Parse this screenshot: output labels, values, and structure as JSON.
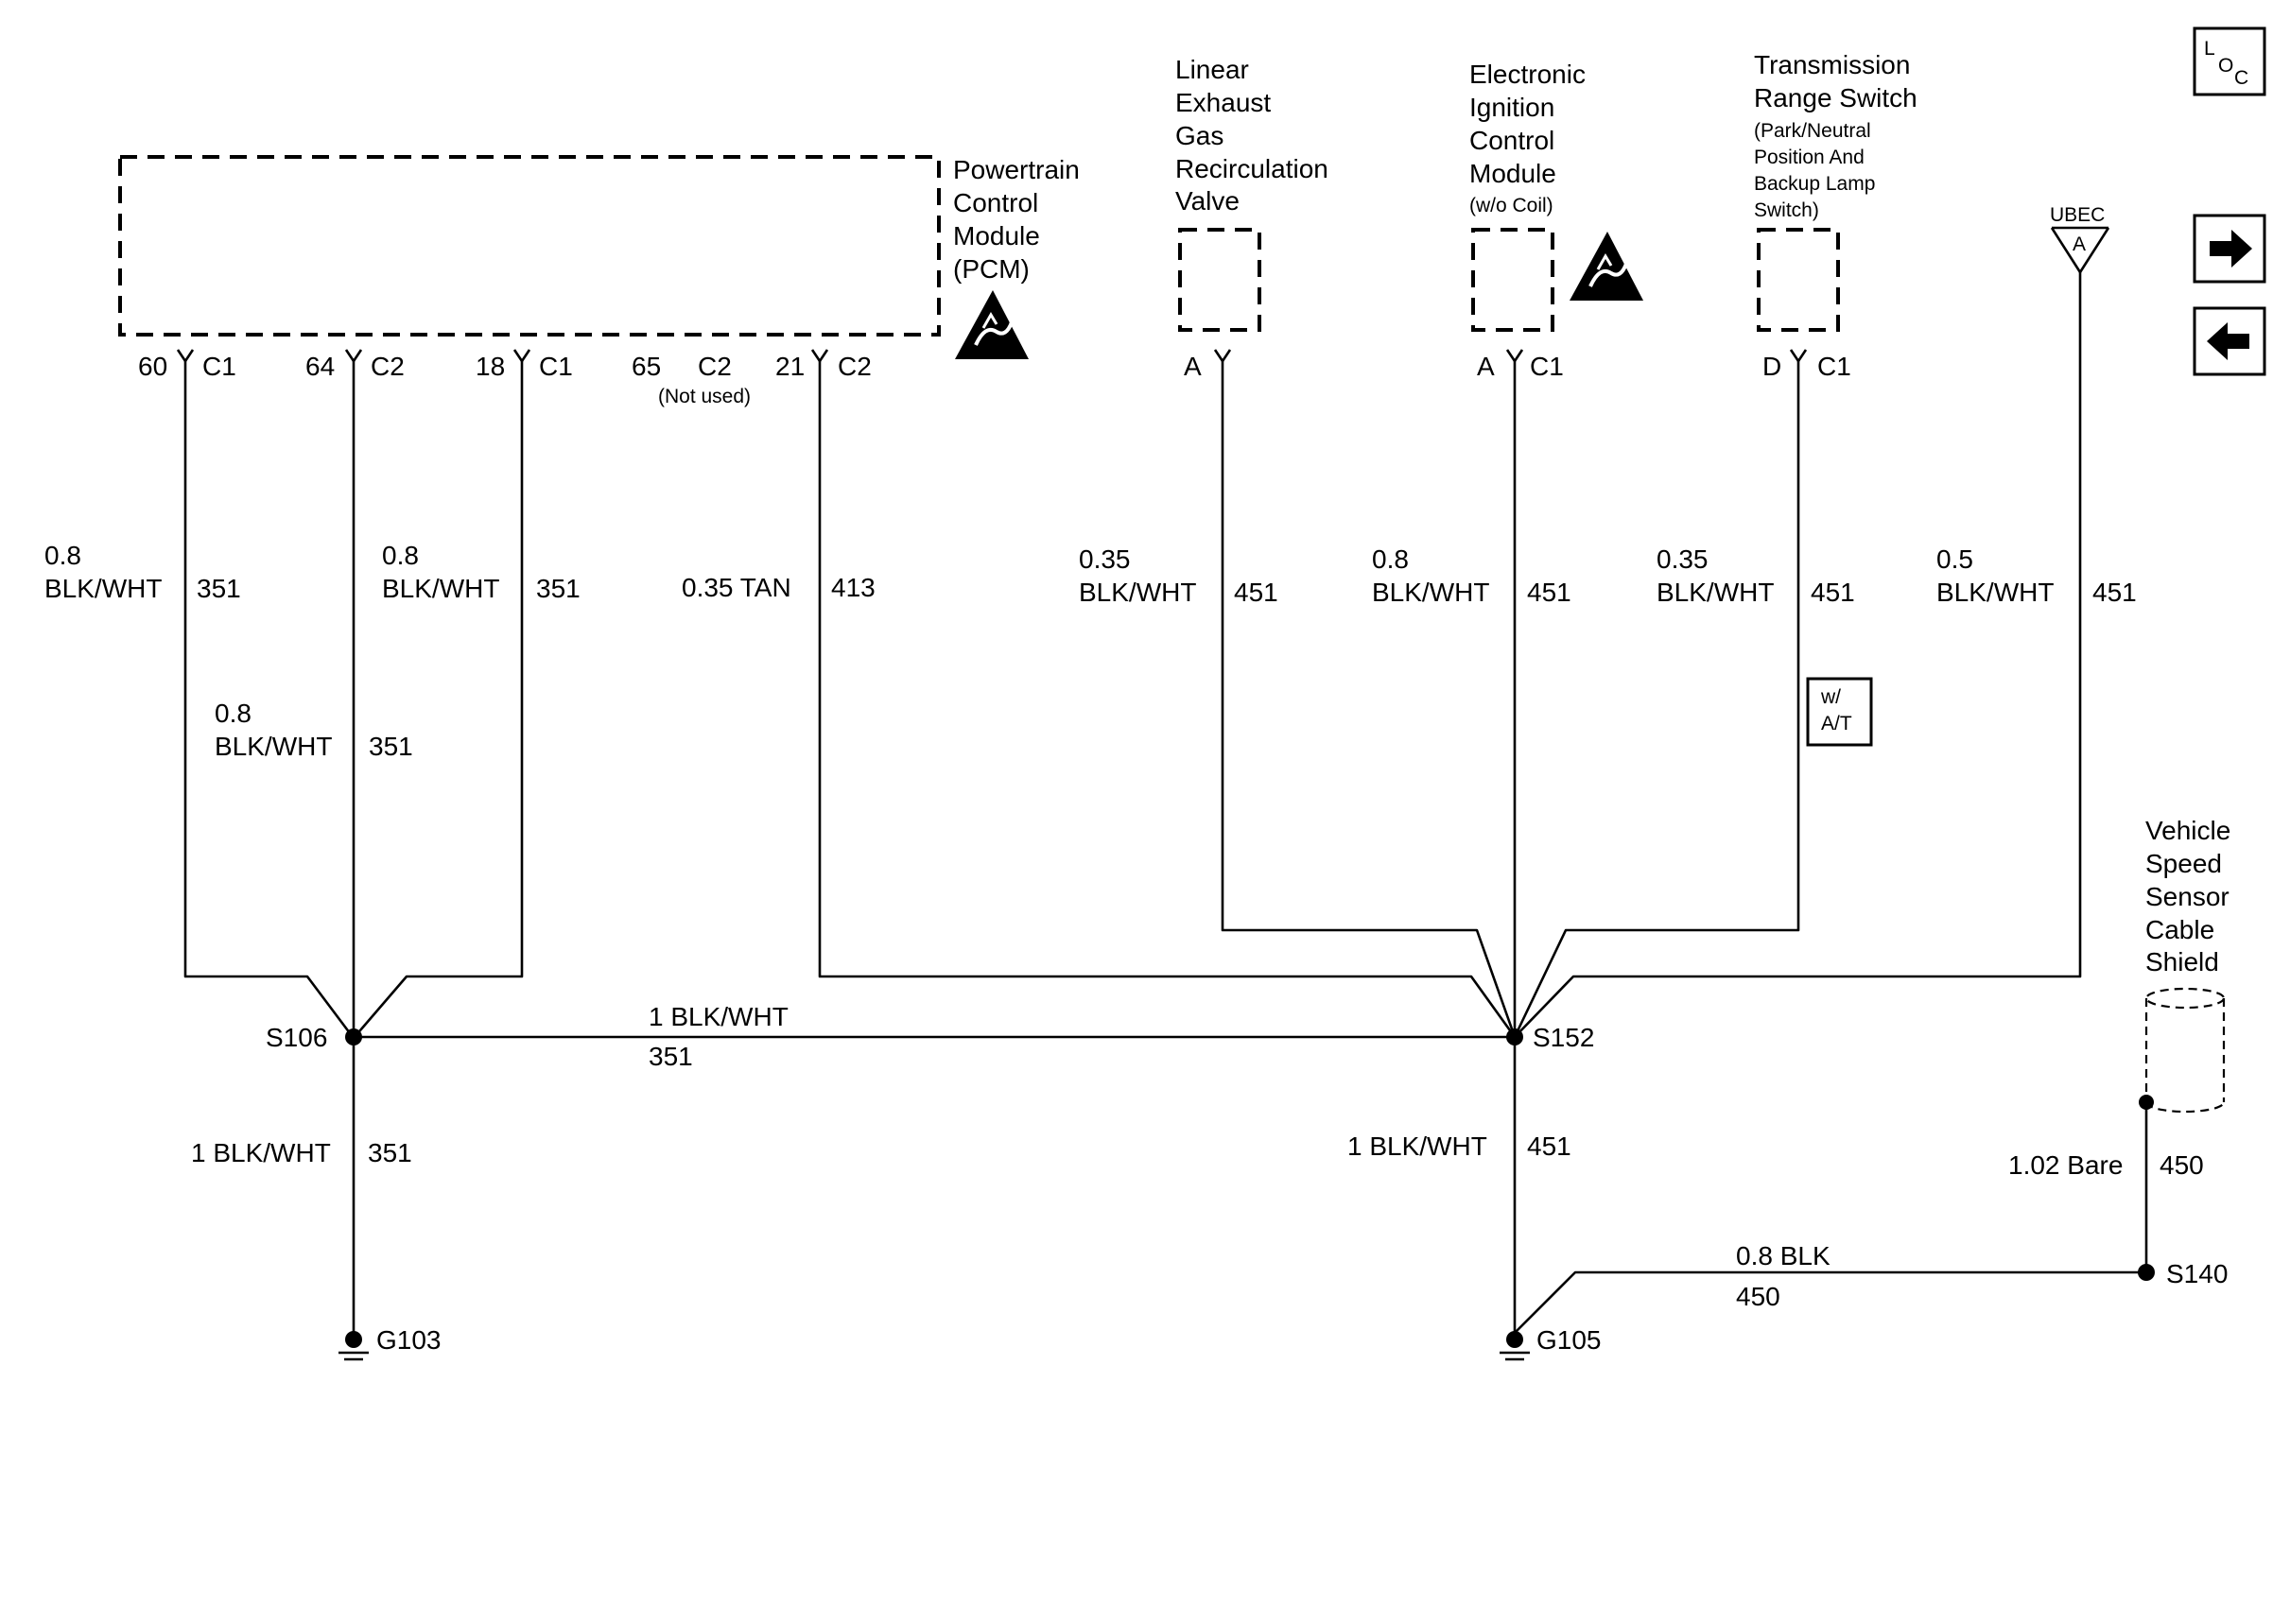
{
  "components": {
    "pcm": {
      "line1": "Powertrain",
      "line2": "Control",
      "line3": "Module",
      "line4": "(PCM)"
    },
    "egr": {
      "line1": "Linear",
      "line2": "Exhaust",
      "line3": "Gas",
      "line4": "Recirculation",
      "line5": "Valve"
    },
    "icm": {
      "line1": "Electronic",
      "line2": "Ignition",
      "line3": "Control",
      "line4": "Module",
      "note": "(w/o Coil)"
    },
    "trs": {
      "line1": "Transmission",
      "line2": "Range Switch",
      "note1": "(Park/Neutral",
      "note2": "Position And",
      "note3": "Backup Lamp",
      "note4": "Switch)"
    },
    "ubec": {
      "label": "UBEC",
      "terminal": "A"
    },
    "vss": {
      "line1": "Vehicle",
      "line2": "Speed",
      "line3": "Sensor",
      "line4": "Cable",
      "line5": "Shield"
    }
  },
  "pcm_pins": [
    {
      "pin": "60",
      "conn": "C1"
    },
    {
      "pin": "64",
      "conn": "C2"
    },
    {
      "pin": "18",
      "conn": "C1"
    },
    {
      "pin": "65",
      "conn": "C2",
      "note": "(Not used)"
    },
    {
      "pin": "21",
      "conn": "C2"
    }
  ],
  "device_pins": {
    "egr": {
      "pin": "A"
    },
    "icm": {
      "pin": "A",
      "conn": "C1"
    },
    "trs": {
      "pin": "D",
      "conn": "C1"
    }
  },
  "wires": {
    "pcm60": {
      "gauge": "0.8",
      "color": "BLK/WHT",
      "circuit": "351"
    },
    "pcm64": {
      "gauge": "0.8",
      "color": "BLK/WHT",
      "circuit": "351"
    },
    "pcm18": {
      "gauge": "0.8",
      "color": "BLK/WHT",
      "circuit": "351"
    },
    "pcm21": {
      "spec": "0.35 TAN",
      "circuit": "413"
    },
    "egr": {
      "gauge": "0.35",
      "color": "BLK/WHT",
      "circuit": "451"
    },
    "icm": {
      "gauge": "0.8",
      "color": "BLK/WHT",
      "circuit": "451"
    },
    "trs": {
      "gauge": "0.35",
      "color": "BLK/WHT",
      "circuit": "451"
    },
    "ubec": {
      "gauge": "0.5",
      "color": "BLK/WHT",
      "circuit": "451"
    },
    "s106_s152": {
      "spec": "1 BLK/WHT",
      "circuit": "351"
    },
    "s106_g103": {
      "spec": "1 BLK/WHT",
      "circuit": "351"
    },
    "s152_g105": {
      "spec": "1 BLK/WHT",
      "circuit": "451"
    },
    "vss": {
      "spec": "1.02 Bare",
      "circuit": "450"
    },
    "s140_g105": {
      "spec": "0.8 BLK",
      "circuit": "450"
    }
  },
  "option_note": {
    "line1": "w/",
    "line2": "A/T"
  },
  "splices": {
    "s106": "S106",
    "s152": "S152",
    "s140": "S140"
  },
  "grounds": {
    "g103": "G103",
    "g105": "G105"
  },
  "nav": {
    "loc": {
      "l": "L",
      "o": "O",
      "c": "C"
    },
    "next_icon": "arrow-right-icon",
    "prev_icon": "arrow-left-icon"
  }
}
